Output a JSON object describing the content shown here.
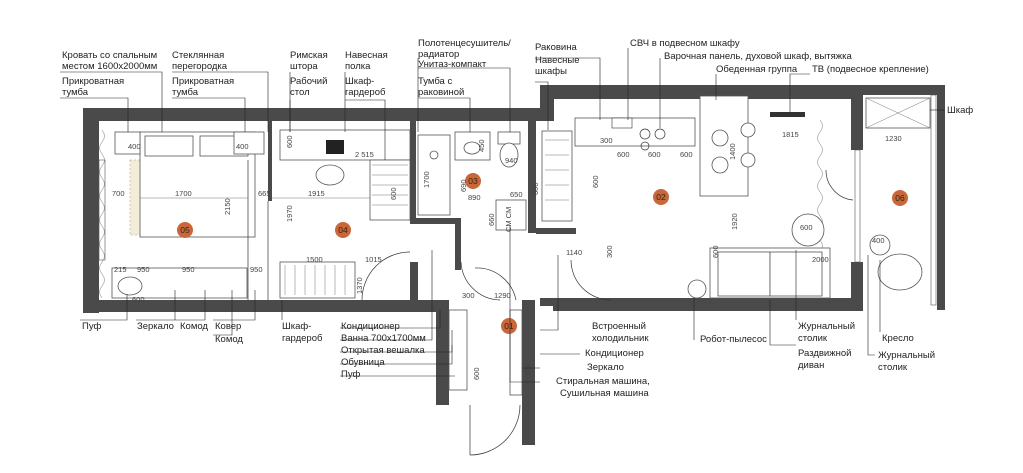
{
  "colors": {
    "wall": "#4a4a4a",
    "room_marker": "#c8673a",
    "rug": "#f3ecd8"
  },
  "rooms": [
    {
      "id": "r01",
      "num": "01"
    },
    {
      "id": "r02",
      "num": "02"
    },
    {
      "id": "r03",
      "num": "03"
    },
    {
      "id": "r04",
      "num": "04"
    },
    {
      "id": "r05",
      "num": "05"
    },
    {
      "id": "r06",
      "num": "06"
    }
  ],
  "top_labels": {
    "bed": [
      "Кровать со спальным",
      "местом 1600х2000мм"
    ],
    "glass_partition": [
      "Стеклянная",
      "перегородка"
    ],
    "nightstand_left": [
      "Прикроватная",
      "тумба"
    ],
    "nightstand_right": [
      "Прикроватная",
      "тумба"
    ],
    "roman_blind": [
      "Римская",
      "штора"
    ],
    "desk": [
      "Рабочий",
      "стол"
    ],
    "wall_shelf": [
      "Навесная",
      "полка"
    ],
    "wardrobe_top": [
      "Шкаф-",
      "гардероб"
    ],
    "towel_rail": [
      "Полотенцесушитель/",
      "радиатор"
    ],
    "toilet": "Унитаз-компакт",
    "sink_cabinet": [
      "Тумба с",
      "раковиной"
    ],
    "sink": "Раковина",
    "wall_cabinets": [
      "Навесные",
      "шкафы"
    ],
    "microwave": "СВЧ в подвесном шкафу",
    "hob": "Варочная панель, духовой шкаф, вытяжка",
    "dining": "Обеденная группа",
    "tv": "ТВ (подвесное крепление)",
    "cabinet": "Шкаф"
  },
  "bottom_labels": {
    "pouf_bed": "Пуф",
    "mirror_bed": "Зеркало",
    "dresser_a": "Комод",
    "rug": "Ковер",
    "dresser_b": "Комод",
    "wardrobe_bottom": [
      "Шкаф-",
      "гардероб"
    ],
    "air_conditioner_a": "Кондиционер",
    "bathtub": "Ванна 700х1700мм",
    "open_hanger": "Открытая вешалка",
    "shoe_rack": "Обувница",
    "pouf_hall": "Пуф",
    "fridge": [
      "Встроенный",
      "холодильник"
    ],
    "air_conditioner_b": "Кондиционер",
    "mirror_hall": "Зеркало",
    "washer": [
      "Стиральная машина,",
      "Сушильная машина"
    ],
    "robot": "Робот-пылесос",
    "coffee_table_a": [
      "Журнальный",
      "столик"
    ],
    "sofa": [
      "Раздвижной",
      "диван"
    ],
    "armchair": "Кресло",
    "coffee_table_b": [
      "Журнальный",
      "столик"
    ]
  },
  "dims": {
    "d400a": "400",
    "d400b": "400",
    "d600a": "600",
    "d2515": "2 515",
    "d1700a": "1700",
    "d665": "665",
    "d2150": "2150",
    "d700": "700",
    "d1915": "1915",
    "d600b": "600",
    "d1970": "1970",
    "d950a": "950",
    "d950b": "950",
    "d950c": "950",
    "d215": "215",
    "d1500": "1500",
    "d1015": "1015",
    "d1370": "1370",
    "d300a": "300",
    "d1290": "1290",
    "d690": "690",
    "d650": "650",
    "d890": "890",
    "d660": "660",
    "d1700b": "1700",
    "d450": "450",
    "d940": "940",
    "d600c": "600",
    "d1140": "1140",
    "d300b": "300",
    "d600d": "600",
    "d600e": "600",
    "d600f": "600",
    "d1815": "1815",
    "d1400": "1400",
    "d1920": "1920",
    "d600g": "600",
    "d2000": "2000",
    "d1230": "1230",
    "d400c": "400",
    "d600h": "600",
    "d600i": "600",
    "d600j": "600",
    "d600k": "600",
    "d300c": "300",
    "d600l": "600"
  },
  "misc": {
    "sm_cm": "СМ  СМ"
  }
}
